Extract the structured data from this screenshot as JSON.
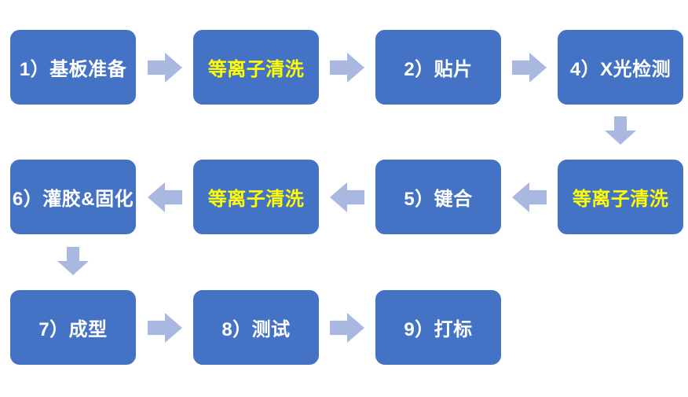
{
  "diagram": {
    "type": "flowchart",
    "colors": {
      "node_fill": "#4472c4",
      "arrow_fill": "#a9b8e0",
      "node_text": "#ffffff",
      "highlight_text": "#ffff00",
      "background": "#ffffff"
    },
    "nodes": [
      {
        "id": "step-1-substrate-prep",
        "label": "1）基板准备",
        "highlight": false
      },
      {
        "id": "plasma-clean-a",
        "label": "等离子清洗",
        "highlight": true
      },
      {
        "id": "step-2-die-attach",
        "label": "2）贴片",
        "highlight": false
      },
      {
        "id": "step-4-xray-inspection",
        "label": "4）X光检测",
        "highlight": false
      },
      {
        "id": "plasma-clean-b",
        "label": "等离子清洗",
        "highlight": true
      },
      {
        "id": "step-5-bonding",
        "label": "5）键合",
        "highlight": false
      },
      {
        "id": "plasma-clean-c",
        "label": "等离子清洗",
        "highlight": true
      },
      {
        "id": "step-6-potting-curing",
        "label": "6）灌胶&固化",
        "highlight": false
      },
      {
        "id": "step-7-molding",
        "label": "7）成型",
        "highlight": false
      },
      {
        "id": "step-8-testing",
        "label": "8）测试",
        "highlight": false
      },
      {
        "id": "step-9-marking",
        "label": "9）打标",
        "highlight": false
      }
    ],
    "arrows": [
      {
        "from": "step-1-substrate-prep",
        "to": "plasma-clean-a",
        "direction": "right"
      },
      {
        "from": "plasma-clean-a",
        "to": "step-2-die-attach",
        "direction": "right"
      },
      {
        "from": "step-2-die-attach",
        "to": "step-4-xray-inspection",
        "direction": "right"
      },
      {
        "from": "step-4-xray-inspection",
        "to": "plasma-clean-b",
        "direction": "down"
      },
      {
        "from": "plasma-clean-b",
        "to": "step-5-bonding",
        "direction": "left"
      },
      {
        "from": "step-5-bonding",
        "to": "plasma-clean-c",
        "direction": "left"
      },
      {
        "from": "plasma-clean-c",
        "to": "step-6-potting-curing",
        "direction": "left"
      },
      {
        "from": "step-6-potting-curing",
        "to": "step-7-molding",
        "direction": "down"
      },
      {
        "from": "step-7-molding",
        "to": "step-8-testing",
        "direction": "right"
      },
      {
        "from": "step-8-testing",
        "to": "step-9-marking",
        "direction": "right"
      }
    ]
  }
}
